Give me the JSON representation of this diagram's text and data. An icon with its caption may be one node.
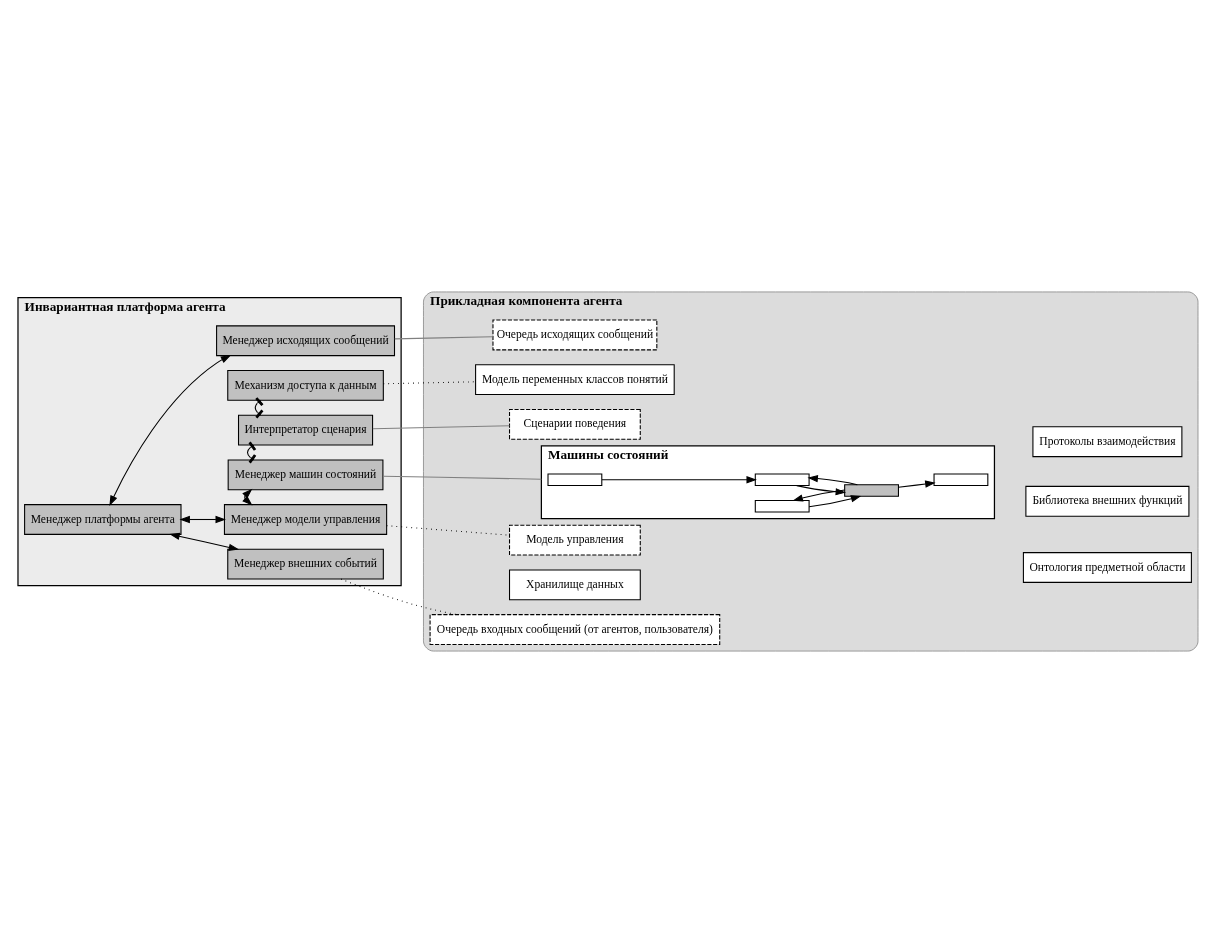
{
  "diagram": {
    "nodes": [
      {
        "text": [
          "Инвариантная платформа агента"
        ]
      },
      {
        "text": [
          "Менеджер платформы агента"
        ],
        "in": 0
      },
      {
        "text": [
          "Менеджер внешних событий"
        ],
        "in": 0
      },
      {
        "text": [
          "Менеджер модели управления"
        ],
        "in": 0
      },
      {
        "text": [
          "Менеджер машин состояний"
        ],
        "in": 0
      },
      {
        "text": [
          "Интерпретатор сценария"
        ],
        "in": 0
      },
      {
        "text": [
          "Механизм доступа к данным"
        ],
        "in": 0
      },
      {
        "text": [
          "Менеджер исходящих сообщений"
        ],
        "in": 0
      },
      {
        "text": [
          "Прикладная компонента агента"
        ]
      },
      {
        "text": [
          "Очередь входных сообщений (от агентов, пользователя)"
        ],
        "in": 8
      },
      {
        "text": [
          "Модель управления"
        ],
        "in": 8
      },
      {
        "text": [
          "Машины состояний"
        ],
        "in": 8
      },
      {
        "text": [],
        "shape": "box",
        "in": 11
      },
      {
        "text": [],
        "shape": "box",
        "in": 11
      },
      {
        "text": [],
        "shape": "box",
        "in": 11
      },
      {
        "text": [],
        "shape": "box",
        "in": 11
      },
      {
        "text": [],
        "shape": "box",
        "in": 11
      },
      {
        "text": [
          "Сценарии поведения"
        ],
        "in": 8
      },
      {
        "text": [
          "Модель переменных классов понятий"
        ],
        "in": 8
      },
      {
        "text": [
          "Хранилище данных"
        ],
        "in": 8
      },
      {
        "text": [
          "Очередь исходящих сообщений"
        ],
        "in": 8
      },
      {
        "text": [
          "Протоколы взаимодействия"
        ],
        "in": 8
      },
      {
        "text": [
          "Библиотека внешних функций"
        ],
        "in": 8
      },
      {
        "text": [
          "Онтология предметной области"
        ],
        "in": 8
      }
    ],
    "edges": [
      {
        "from": 1,
        "to": 2,
        "arrow": "both"
      },
      {
        "from": 1,
        "to": 3,
        "arrow": "both"
      },
      {
        "from": 3,
        "to": 4,
        "arrow": "both"
      },
      {
        "from": 4,
        "to": 5,
        "arrow": "other"
      },
      {
        "from": 5,
        "to": 6,
        "arrow": "other"
      },
      {
        "from": 1,
        "to": 7,
        "arrow": "both"
      },
      {
        "from": 2,
        "to": 9,
        "arrow": "none",
        "style": "dashed"
      },
      {
        "from": 3,
        "to": 10,
        "arrow": "none",
        "style": "dashed"
      },
      {
        "from": 4,
        "to": 11,
        "arrow": "none",
        "color": "#808080"
      },
      {
        "from": 5,
        "to": 17,
        "arrow": "none",
        "color": "#808080"
      },
      {
        "from": 6,
        "to": 18,
        "arrow": "none",
        "style": "dashed"
      },
      {
        "from": 7,
        "to": 20,
        "arrow": "none",
        "color": "#808080"
      },
      {
        "from": 12,
        "to": 14,
        "arrow": "to"
      },
      {
        "from": 13,
        "to": 15,
        "arrow": "to"
      },
      {
        "from": 15,
        "to": 13,
        "arrow": "to"
      },
      {
        "from": 14,
        "to": 15,
        "arrow": "to"
      },
      {
        "from": 15,
        "to": 14,
        "arrow": "to"
      },
      {
        "from": 15,
        "to": 16,
        "arrow": "to"
      }
    ]
  }
}
